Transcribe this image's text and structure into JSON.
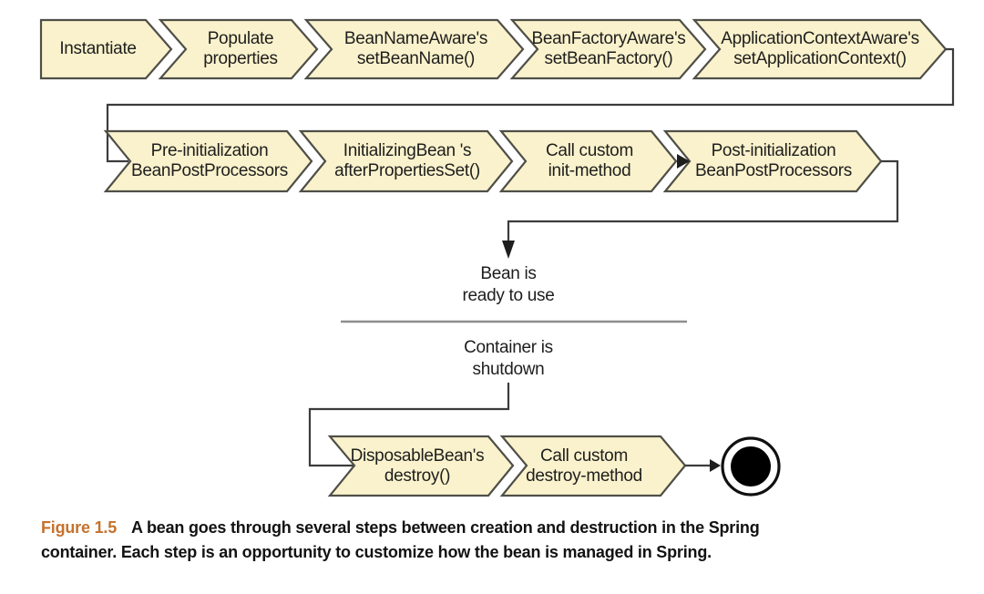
{
  "figure": {
    "steps": {
      "instantiate": "Instantiate",
      "populate_properties": "Populate\nproperties",
      "set_bean_name": "BeanNameAware's\nsetBeanName()",
      "set_bean_factory": "BeanFactoryAware's\nsetBeanFactory()",
      "set_application_context": "ApplicationContextAware's\nsetApplicationContext()",
      "pre_init_processors": "Pre-initialization\nBeanPostProcessors",
      "after_properties_set": "InitializingBean 's\nafterPropertiesSet()",
      "custom_init": "Call custom\ninit-method",
      "post_init_processors": "Post-initialization\nBeanPostProcessors",
      "disposable_destroy": "DisposableBean's\ndestroy()",
      "custom_destroy": "Call custom\ndestroy-method"
    },
    "states": {
      "bean_ready": "Bean is\nready to use",
      "container_shutdown": "Container is\nshutdown"
    },
    "caption": {
      "label": "Figure 1.5",
      "line1": "A bean goes through several steps between creation and destruction in the Spring",
      "line2": "container. Each step is an opportunity to customize how the bean is managed in Spring."
    },
    "colors": {
      "step_fill": "#FAF2CC",
      "step_border": "#4F4F48",
      "connector": "#3C3C3C",
      "divider": "#8E8E8E",
      "caption_label": "#C4722E",
      "text": "#1E1E1E",
      "end_state": "#000000"
    }
  }
}
